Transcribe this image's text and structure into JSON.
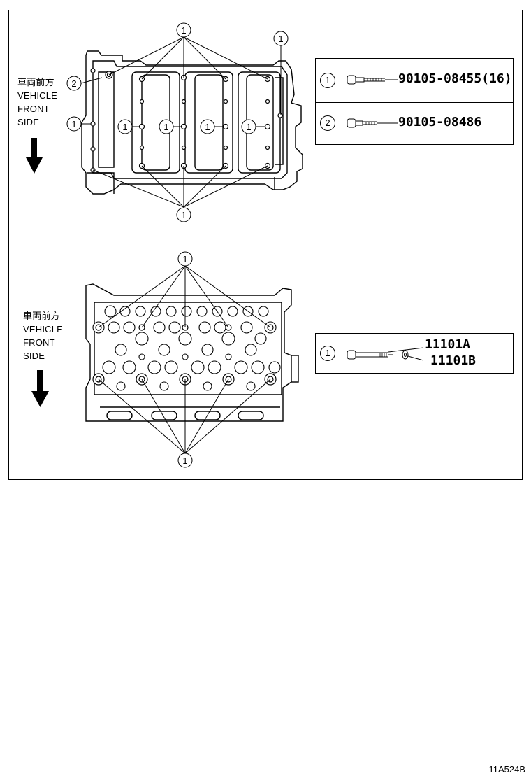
{
  "top_panel": {
    "direction_label": {
      "jp": "車両前方",
      "line1": "VEHICLE",
      "line2": "FRONT",
      "line3": "SIDE"
    },
    "callouts": [
      "1",
      "2"
    ],
    "legend": [
      {
        "index": "1",
        "part_number": "90105-08455(16)"
      },
      {
        "index": "2",
        "part_number": "90105-08486"
      }
    ]
  },
  "bottom_panel": {
    "direction_label": {
      "jp": "車両前方",
      "line1": "VEHICLE",
      "line2": "FRONT",
      "line3": "SIDE"
    },
    "callouts": [
      "1"
    ],
    "legend": [
      {
        "index": "1",
        "part_number_a": "11101A",
        "part_number_b": "11101B"
      }
    ]
  },
  "document_code": "11A524B"
}
